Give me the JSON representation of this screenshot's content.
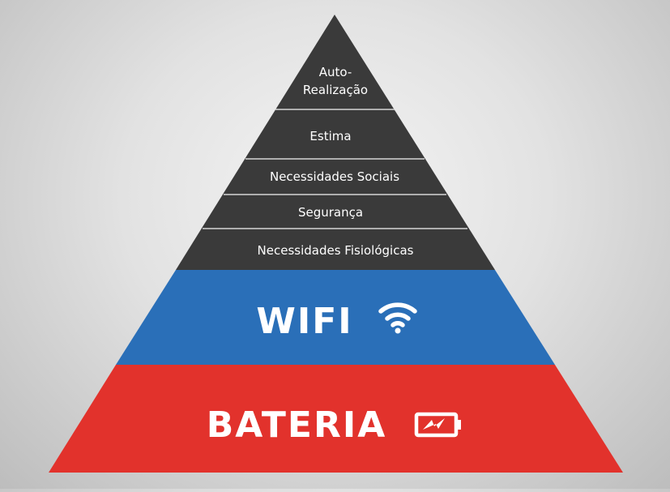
{
  "colors": {
    "dark": "#3a3a3a",
    "blue": "#2a6fb8",
    "red": "#e2322c",
    "divider": "#cfcfcf"
  },
  "layers": {
    "self_actualization_line1": "Auto-",
    "self_actualization_line2": "Realização",
    "esteem": "Estima",
    "social": "Necessidades Sociais",
    "safety": "Segurança",
    "physiological": "Necessidades Fisiológicas",
    "wifi": "WIFI",
    "battery": "BATERIA"
  },
  "icons": {
    "wifi": "wifi-icon",
    "battery": "battery-charging-icon"
  }
}
